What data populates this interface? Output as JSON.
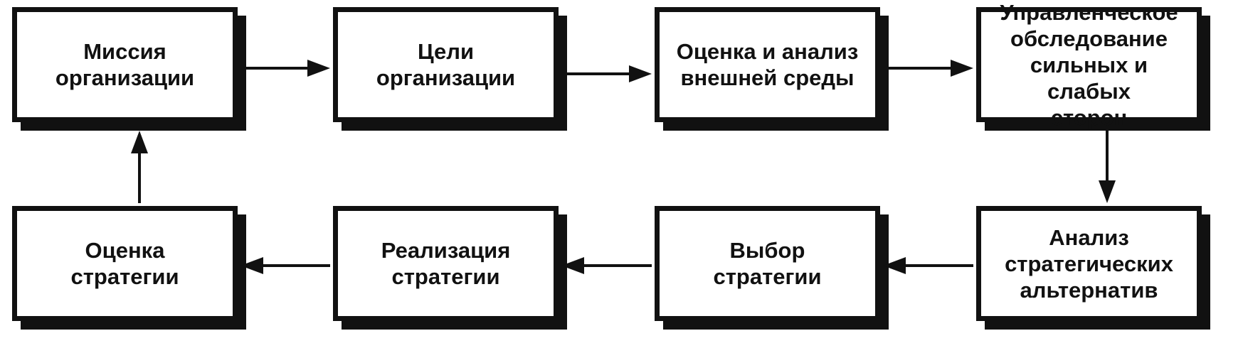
{
  "diagram": {
    "boxes": {
      "mission": "Миссия\nорганизации",
      "goals": "Цели\nорганизации",
      "external": "Оценка и анализ\nвнешней среды",
      "internal": "Управленческое\nобследование\nсильных и слабых\nсторон",
      "alternatives": "Анализ\nстратегических\nальтернатив",
      "choice": "Выбор\nстратегии",
      "implementation": "Реализация\nстратегии",
      "evaluation": "Оценка\nстратегии"
    },
    "colors": {
      "line": "#111111",
      "fill": "#ffffff"
    }
  }
}
